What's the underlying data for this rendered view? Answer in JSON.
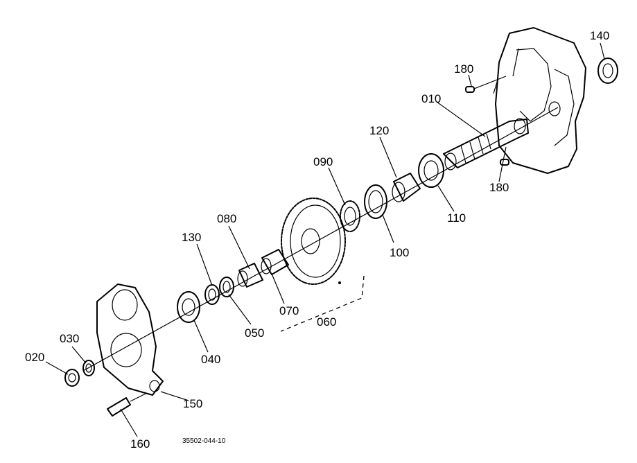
{
  "diagram": {
    "drawing_code": "35502-044-10",
    "callouts": [
      {
        "id": "label-010",
        "text": "010"
      },
      {
        "id": "label-020",
        "text": "020"
      },
      {
        "id": "label-030",
        "text": "030"
      },
      {
        "id": "label-040",
        "text": "040"
      },
      {
        "id": "label-050",
        "text": "050"
      },
      {
        "id": "label-060",
        "text": "060"
      },
      {
        "id": "label-070",
        "text": "070"
      },
      {
        "id": "label-080",
        "text": "080"
      },
      {
        "id": "label-090",
        "text": "090"
      },
      {
        "id": "label-100",
        "text": "100"
      },
      {
        "id": "label-110",
        "text": "110"
      },
      {
        "id": "label-120",
        "text": "120"
      },
      {
        "id": "label-130",
        "text": "130"
      },
      {
        "id": "label-140",
        "text": "140"
      },
      {
        "id": "label-150",
        "text": "150"
      },
      {
        "id": "label-160",
        "text": "160"
      },
      {
        "id": "label-180-top",
        "text": "180"
      },
      {
        "id": "label-180-bottom",
        "text": "180"
      }
    ]
  }
}
